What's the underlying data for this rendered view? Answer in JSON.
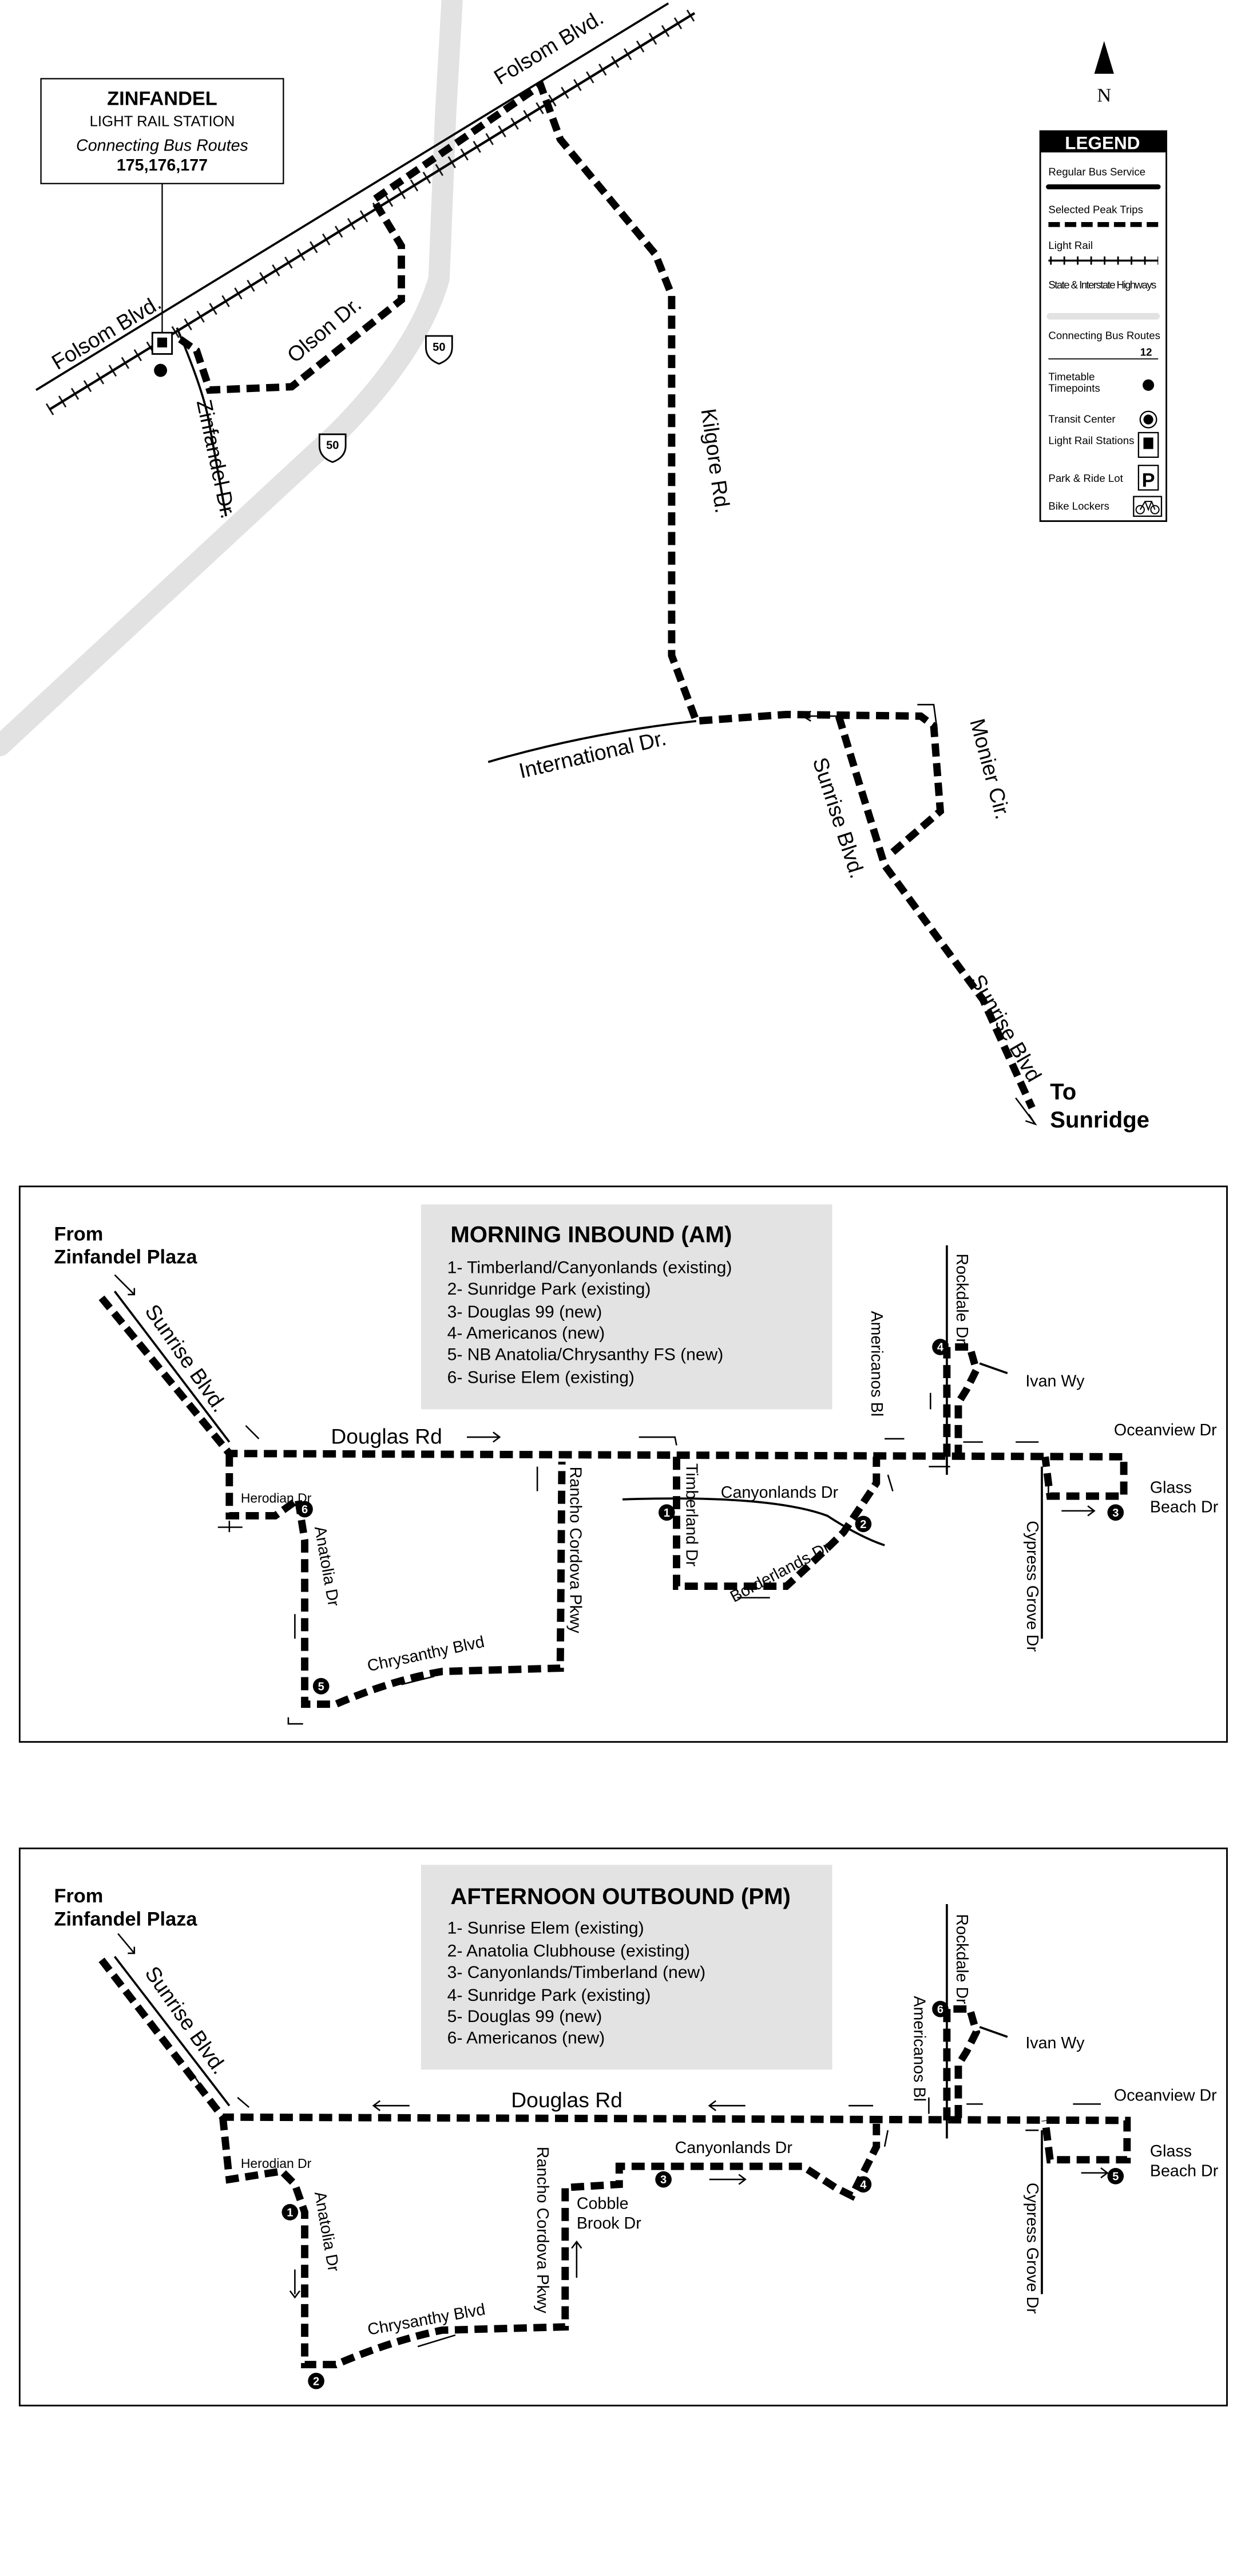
{
  "top_map": {
    "station_box": {
      "name": "ZINFANDEL",
      "subtitle": "LIGHT RAIL STATION",
      "connecting_label": "Connecting Bus Routes",
      "routes": "175,176,177"
    },
    "highway_shield": "50",
    "streets": {
      "folsom": "Folsom Blvd.",
      "olson": "Olson Dr.",
      "zinfandel": "Zinfandel Dr.",
      "kilgore": "Kilgore Rd.",
      "international": "International Dr.",
      "sunrise": "Sunrise Blvd.",
      "monier": "Monier Cir.",
      "sunrise2": "Sunrise Blvd"
    },
    "destination": {
      "line1": "To",
      "line2": "Sunridge"
    },
    "north_label": "N"
  },
  "legend": {
    "title": "LEGEND",
    "items": {
      "regular": "Regular Bus Service",
      "peak": "Selected Peak Trips",
      "rail": "Light Rail",
      "highways": "State & Interstate Highways",
      "connecting": "Connecting Bus Routes",
      "connecting_sample": "12",
      "timepoints": "Timetable Timepoints",
      "transit_center": "Transit Center",
      "lr_stations": "Light Rail Stations",
      "park_ride": "Park & Ride Lot",
      "park_ride_symbol": "P",
      "bike": "Bike Lockers"
    }
  },
  "am_map": {
    "from_line1": "From",
    "from_line2": "Zinfandel Plaza",
    "title": "MORNING INBOUND (AM)",
    "stops": [
      "1- Timberland/Canyonlands (existing)",
      "2- Sunridge Park (existing)",
      "3- Douglas 99 (new)",
      "4- Americanos (new)",
      "5- NB Anatolia/Chrysanthy FS (new)",
      "6- Surise Elem (existing)"
    ],
    "markers": [
      "1",
      "2",
      "3",
      "4",
      "5",
      "6"
    ],
    "streets": {
      "sunrise": "Sunrise Blvd.",
      "douglas": "Douglas Rd",
      "herodian": "Herodian Dr",
      "anatolia": "Anatolia Dr",
      "chrysanthy": "Chrysanthy Blvd",
      "rancho": "Rancho Cordova Pkwy",
      "timberland": "Timberland Dr",
      "canyonlands": "Canyonlands Dr",
      "borderlands": "Borderlands Dr",
      "americanos": "Americanos Bl",
      "rockdale": "Rockdale Dr",
      "ivan": "Ivan Wy",
      "oceanview": "Oceanview Dr",
      "glass1": "Glass",
      "glass2": "Beach Dr",
      "cypress": "Cypress Grove Dr"
    }
  },
  "pm_map": {
    "from_line1": "From",
    "from_line2": "Zinfandel Plaza",
    "title": "AFTERNOON OUTBOUND (PM)",
    "stops": [
      "1- Sunrise Elem (existing)",
      "2- Anatolia Clubhouse (existing)",
      "3- Canyonlands/Timberland (new)",
      "4- Sunridge Park (existing)",
      "5- Douglas 99 (new)",
      "6- Americanos (new)"
    ],
    "markers": [
      "1",
      "2",
      "3",
      "4",
      "5",
      "6"
    ],
    "streets": {
      "sunrise": "Sunrise Blvd.",
      "douglas": "Douglas Rd",
      "herodian": "Herodian Dr",
      "anatolia": "Anatolia Dr",
      "chrysanthy": "Chrysanthy Blvd",
      "rancho": "Rancho Cordova Pkwy",
      "cobble1": "Cobble",
      "cobble2": "Brook Dr",
      "canyonlands": "Canyonlands Dr",
      "americanos": "Americanos Bl",
      "rockdale": "Rockdale Dr",
      "ivan": "Ivan Wy",
      "oceanview": "Oceanview Dr",
      "glass1": "Glass",
      "glass2": "Beach Dr",
      "cypress": "Cypress Grove Dr"
    }
  }
}
